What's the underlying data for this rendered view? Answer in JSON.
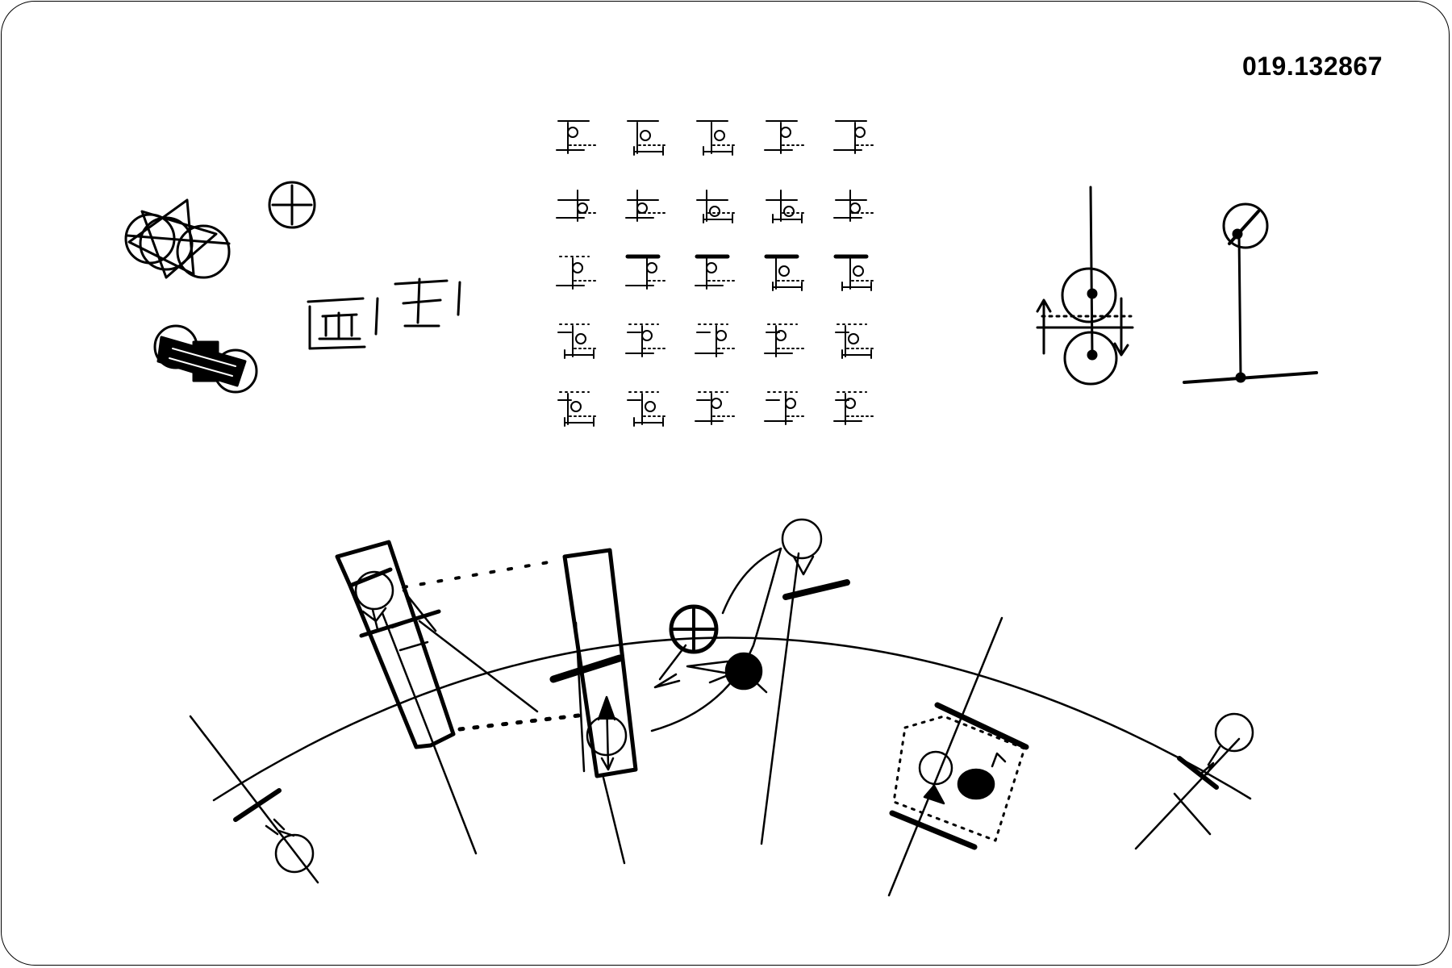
{
  "sheet": {
    "code": "019.132867",
    "ink_color": "#000000",
    "paper_color": "#ffffff"
  },
  "glyph_grid": {
    "rows": 5,
    "cols": 5
  }
}
